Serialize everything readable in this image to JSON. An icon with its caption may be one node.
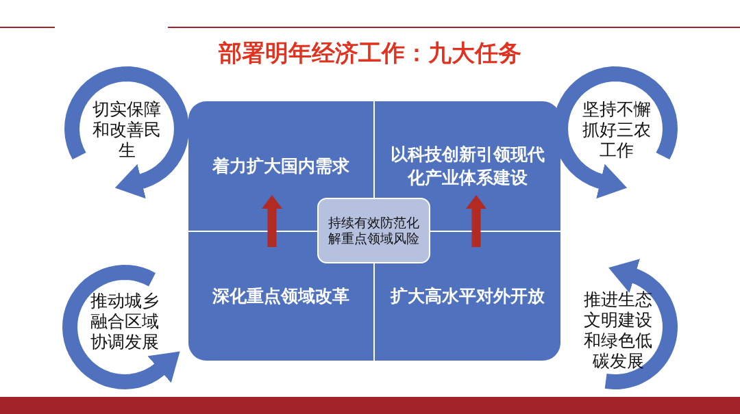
{
  "diagram": {
    "title": "部署明年经济工作：九大任务",
    "nodes": [
      {
        "text": [
          "切实保障和改善民生"
        ]
      },
      {
        "text": [
          "着力扩大国内需求"
        ]
      },
      {
        "text": [
          "以科技创新引领现代化产业体系建设"
        ]
      },
      {
        "text": [
          "坚持不懈抓好三农工作"
        ]
      },
      {
        "text": [
          "持续有效防范化解重点领域风险"
        ]
      },
      {
        "text": [
          "推动城乡融合区域协调发展"
        ]
      },
      {
        "text": [
          "深化重点领域改革"
        ]
      },
      {
        "text": [
          "扩大高水平对外开放"
        ]
      },
      {
        "text": [
          "推进生态文明建设和绿色低碳发展"
        ]
      }
    ],
    "edges": [
      {
        "from": 6,
        "to": 1,
        "arrow": "to"
      },
      {
        "from": 7,
        "to": 2,
        "arrow": "to"
      }
    ]
  }
}
